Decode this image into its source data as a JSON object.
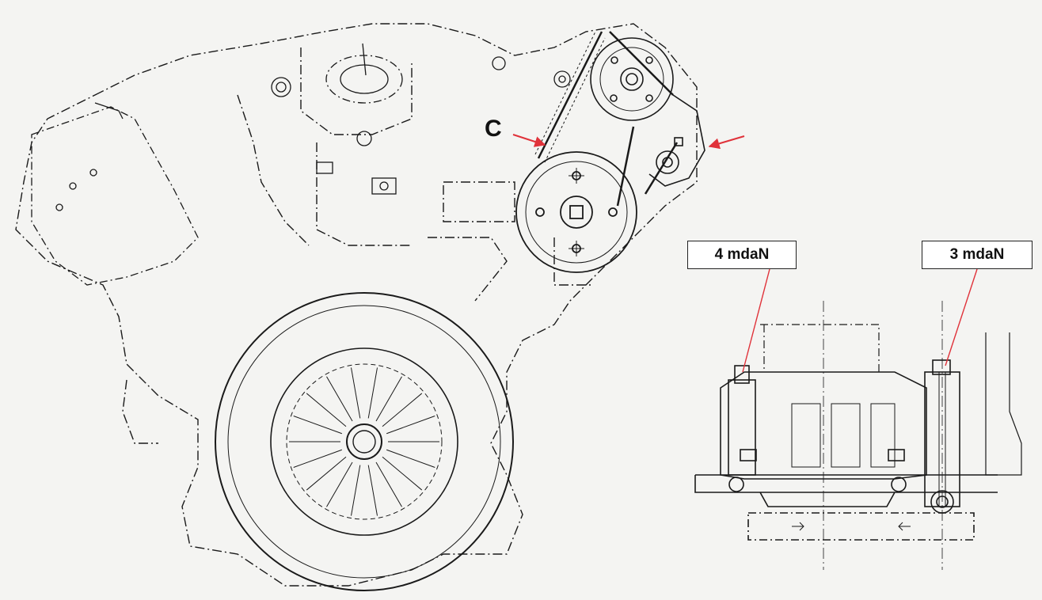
{
  "labels": {
    "torque_left": "4 mdaN",
    "torque_right": "3 mdaN",
    "callout_c": "C"
  },
  "colors": {
    "background": "#f4f4f2",
    "linework": "#1a1a1a",
    "leader_lines": "#e0323a"
  }
}
